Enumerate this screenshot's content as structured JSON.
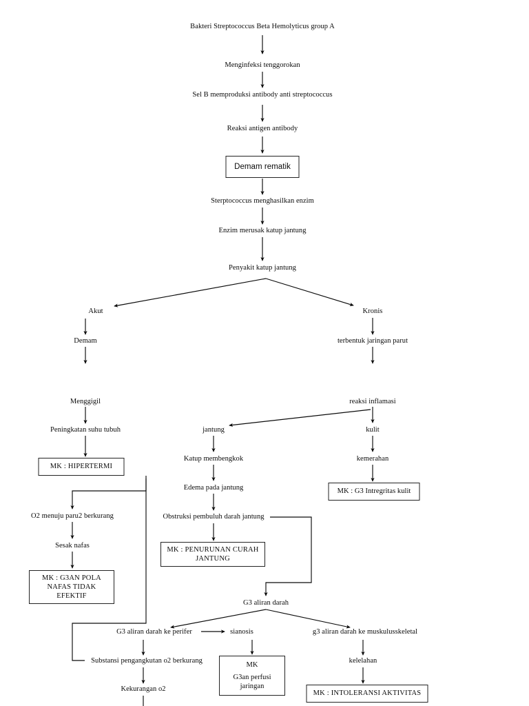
{
  "diagram": {
    "title": "Pathophysiology pathway — Demam rematik / Penyakit katup jantung",
    "type": "flowchart",
    "ink_color": "#0a0a0a",
    "background": "#ffffff",
    "nodes": [
      {
        "id": "n01",
        "text": "Bakteri Streptococcus Beta Hemolyticus group A",
        "boxed": false
      },
      {
        "id": "n02",
        "text": "Menginfeksi tenggorokan",
        "boxed": false
      },
      {
        "id": "n03",
        "text": "Sel B memproduksi antibody anti streptococcus",
        "boxed": false
      },
      {
        "id": "n04",
        "text": "Reaksi antigen antibody",
        "boxed": false
      },
      {
        "id": "n05",
        "text": "Demam rematik",
        "boxed": true
      },
      {
        "id": "n06",
        "text": "Sterptococcus menghasilkan enzim",
        "boxed": false
      },
      {
        "id": "n07",
        "text": "Enzim merusak katup jantung",
        "boxed": false
      },
      {
        "id": "n08",
        "text": "Penyakit katup jantung",
        "boxed": false
      },
      {
        "id": "n09",
        "text": "Akut",
        "boxed": false
      },
      {
        "id": "n10",
        "text": "Kronis",
        "boxed": false
      },
      {
        "id": "n11",
        "text": "Demam",
        "boxed": false
      },
      {
        "id": "n12",
        "text": "terbentuk jaringan parut",
        "boxed": false
      },
      {
        "id": "n13",
        "text": "Menggigil",
        "boxed": false
      },
      {
        "id": "n14",
        "text": "reaksi inflamasi",
        "boxed": false
      },
      {
        "id": "n15",
        "text": "Peningkatan suhu tubuh",
        "boxed": false
      },
      {
        "id": "n16",
        "text": "jantung",
        "boxed": false
      },
      {
        "id": "n17",
        "text": "kulit",
        "boxed": false
      },
      {
        "id": "n18",
        "text": "MK : HIPERTERMI",
        "boxed": true
      },
      {
        "id": "n19",
        "text": "Katup membengkok",
        "boxed": false
      },
      {
        "id": "n20",
        "text": "kemerahan",
        "boxed": false
      },
      {
        "id": "n21",
        "text": "Edema pada jantung",
        "boxed": false
      },
      {
        "id": "n22",
        "text": "MK : G3 Intregritas kulit",
        "boxed": true
      },
      {
        "id": "n23",
        "text": "O2 menuju paru2 berkurang",
        "boxed": false
      },
      {
        "id": "n24",
        "text": "Obstruksi pembuluh darah jantung",
        "boxed": false
      },
      {
        "id": "n25",
        "text": "Sesak nafas",
        "boxed": false
      },
      {
        "id": "n26_l1",
        "text": "MK : PENURUNAN CURAH",
        "boxed": true
      },
      {
        "id": "n26_l2",
        "text": "JANTUNG",
        "boxed": true
      },
      {
        "id": "n27_l1",
        "text": "MK : G3AN POLA",
        "boxed": true
      },
      {
        "id": "n27_l2",
        "text": "NAFAS TIDAK",
        "boxed": true
      },
      {
        "id": "n27_l3",
        "text": "EFEKTIF",
        "boxed": true
      },
      {
        "id": "n28",
        "text": "G3 aliran darah",
        "boxed": false
      },
      {
        "id": "n29",
        "text": "G3 aliran darah ke perifer",
        "boxed": false
      },
      {
        "id": "n30",
        "text": "sianosis",
        "boxed": false
      },
      {
        "id": "n31",
        "text": "g3 aliran darah ke muskulusskeletal",
        "boxed": false
      },
      {
        "id": "n32",
        "text": "Substansi pengangkutan o2 berkurang",
        "boxed": false
      },
      {
        "id": "n33_l1",
        "text": "MK",
        "boxed": true
      },
      {
        "id": "n33_l2",
        "text": "G3an perfusi",
        "boxed": true
      },
      {
        "id": "n33_l3",
        "text": "jaringan",
        "boxed": true
      },
      {
        "id": "n34",
        "text": "kelelahan",
        "boxed": false
      },
      {
        "id": "n35",
        "text": "MK : INTOLERANSI AKTIVITAS",
        "boxed": true
      },
      {
        "id": "n36",
        "text": "Kekurangan o2",
        "boxed": false
      }
    ]
  }
}
